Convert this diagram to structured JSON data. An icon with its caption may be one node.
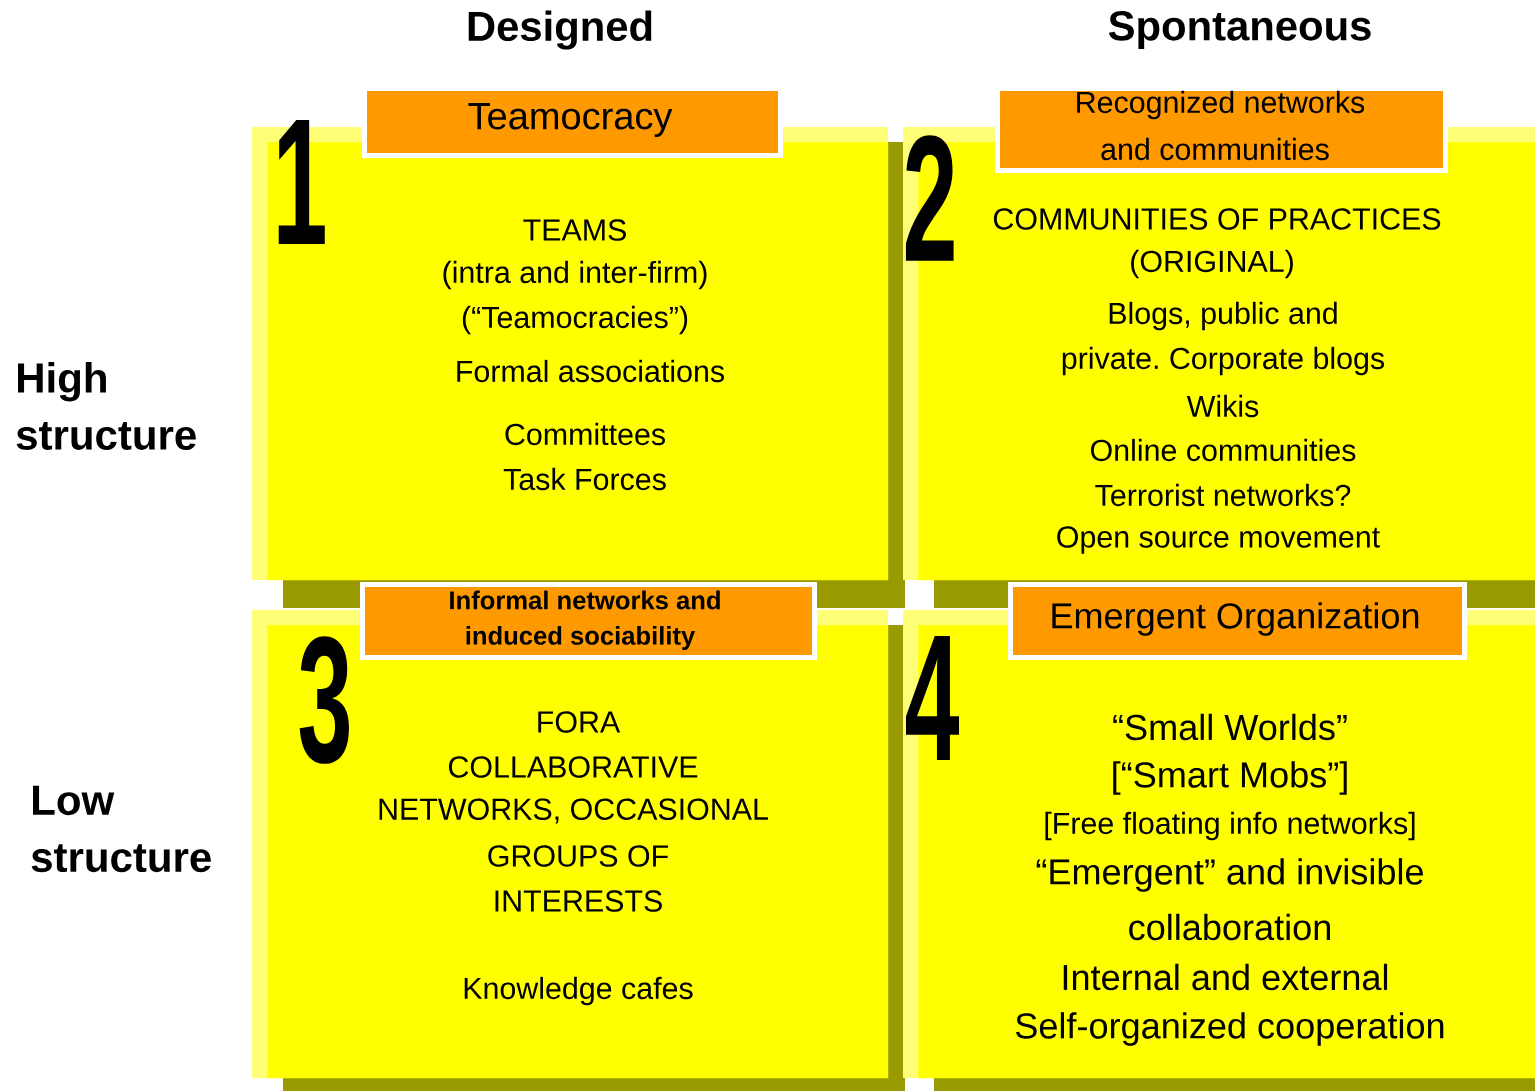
{
  "diagram": {
    "nodes": [
      {
        "text": [
          "Teamocracy"
        ]
      },
      {
        "text": [
          "1",
          "TEAMS",
          "(intra and inter-firm)",
          "(“Teamocracies”)",
          "Formal associations",
          "Committees",
          "Task Forces"
        ]
      },
      {
        "text": [
          "Recognized networks",
          "and communities"
        ]
      },
      {
        "text": [
          "2",
          "COMMUNITIES OF PRACTICES",
          "(ORIGINAL)",
          "Blogs, public and",
          "private. Corporate blogs",
          "Wikis",
          "Online communities",
          "Terrorist networks?",
          "Open source movement"
        ]
      },
      {
        "text": [
          "Informal networks and",
          "induced  sociability"
        ]
      },
      {
        "text": [
          "3",
          "FORA",
          "COLLABORATIVE",
          "NETWORKS, OCCASIONAL",
          "GROUPS OF",
          "INTERESTS",
          "Knowledge cafes"
        ]
      },
      {
        "text": [
          "Emergent Organization"
        ]
      },
      {
        "text": [
          "4",
          "“Small Worlds”",
          "[“Smart Mobs”]",
          "[Free floating info networks]",
          "“Emergent” and  invisible",
          "collaboration",
          "Internal and external",
          "Self-organized cooperation"
        ]
      }
    ],
    "labels": [
      "Designed",
      "Spontaneous",
      "High structure",
      "Low structure"
    ]
  }
}
